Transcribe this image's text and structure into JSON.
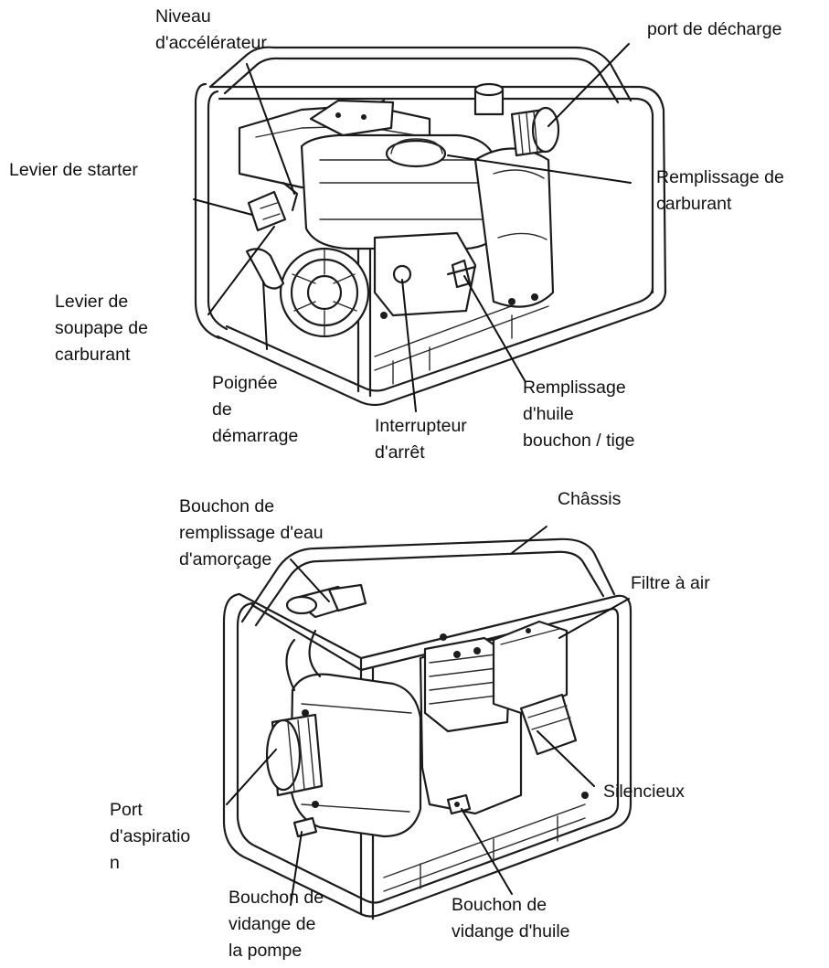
{
  "top_pump": {
    "labels": {
      "niveau_accelerateur": [
        "Niveau",
        "d'accélérateur"
      ],
      "port_decharge": [
        "port de décharge"
      ],
      "levier_starter": [
        "Levier de starter"
      ],
      "remplissage_carburant": [
        "Remplissage de",
        "carburant"
      ],
      "levier_soupape": [
        "Levier de",
        "soupape de",
        "carburant"
      ],
      "poignee_demarrage": [
        "Poignée",
        "de",
        "démarrage"
      ],
      "interrupteur_arret": [
        "Interrupteur",
        "d'arrêt"
      ],
      "remplissage_huile": [
        "Remplissage",
        "d'huile",
        "bouchon / tige"
      ]
    }
  },
  "bottom_pump": {
    "labels": {
      "bouchon_amorcage": [
        "Bouchon de",
        "remplissage d'eau",
        "d'amorçage"
      ],
      "chassis": [
        "Châssis"
      ],
      "filtre_air": [
        "Filtre à air"
      ],
      "port_aspiration": [
        "Port",
        "d'aspiratio",
        "n"
      ],
      "silencieux": [
        "Silencieux"
      ],
      "bouchon_vidange_pompe": [
        "Bouchon de",
        "vidange de",
        "la pompe"
      ],
      "bouchon_vidange_huile": [
        "Bouchon de",
        "vidange d'huile"
      ]
    }
  }
}
